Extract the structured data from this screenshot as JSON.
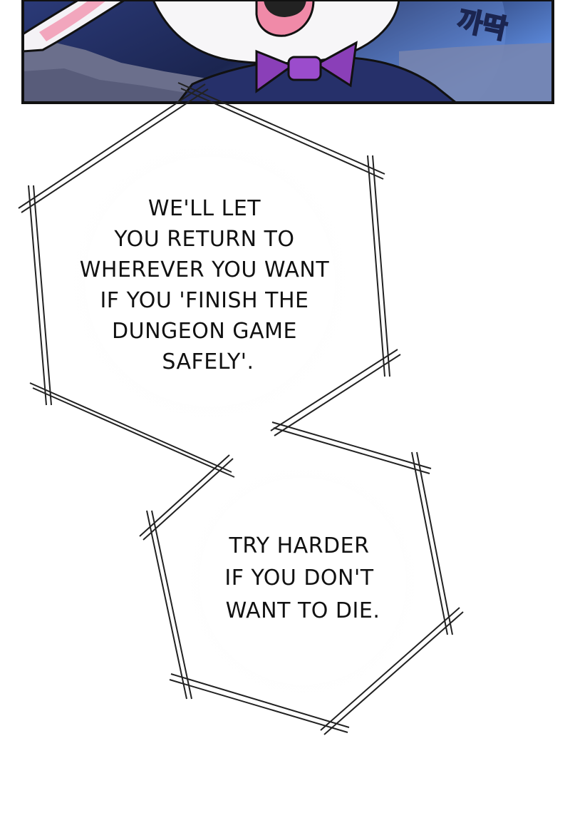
{
  "panel": {
    "sfx_text": "까딱",
    "colors": {
      "night_sky": "#1b2550",
      "sky_glow": "#5a86d6",
      "ground": "#6f7390",
      "bowtie": "#8a3fb8",
      "jacket": "#26306a",
      "rabbit_face": "#f7f6f8",
      "mouth": "#f08aa8",
      "frame": "#111111"
    }
  },
  "bubbles": [
    {
      "lines": [
        "WE'LL LET",
        "YOU RETURN TO",
        "WHEREVER YOU WANT",
        "IF YOU 'FINISH THE",
        "DUNGEON GAME",
        "SAFELY'."
      ]
    },
    {
      "lines": [
        "TRY HARDER",
        "IF YOU DON'T",
        "WANT TO DIE."
      ]
    }
  ]
}
